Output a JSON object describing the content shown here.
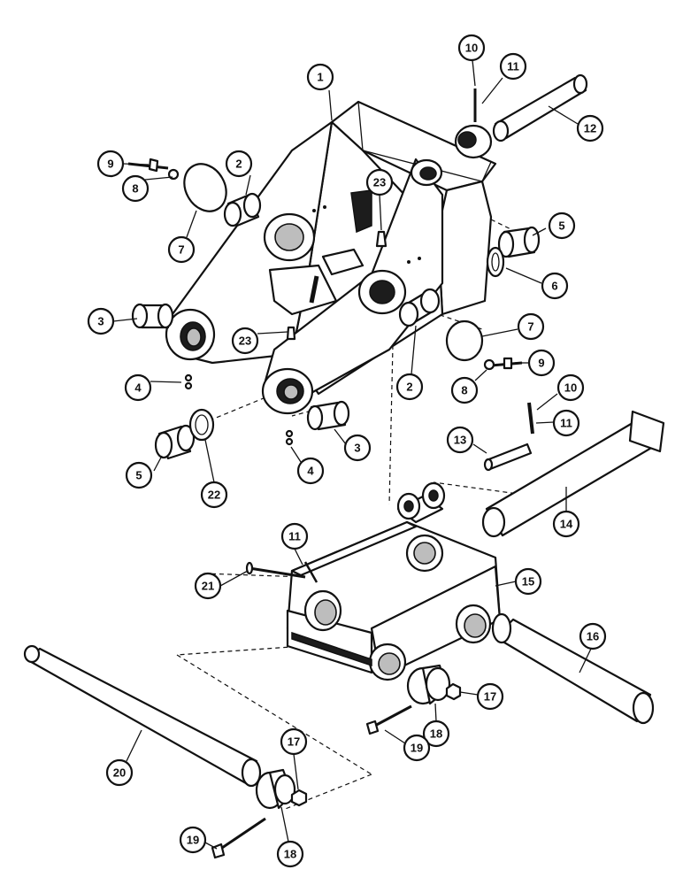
{
  "callouts": [
    {
      "id": "1",
      "label": "1"
    },
    {
      "id": "2a",
      "label": "2"
    },
    {
      "id": "2b",
      "label": "2"
    },
    {
      "id": "3a",
      "label": "3"
    },
    {
      "id": "3b",
      "label": "3"
    },
    {
      "id": "4a",
      "label": "4"
    },
    {
      "id": "4b",
      "label": "4"
    },
    {
      "id": "5a",
      "label": "5"
    },
    {
      "id": "5b",
      "label": "5"
    },
    {
      "id": "6",
      "label": "6"
    },
    {
      "id": "7a",
      "label": "7"
    },
    {
      "id": "7b",
      "label": "7"
    },
    {
      "id": "8a",
      "label": "8"
    },
    {
      "id": "8b",
      "label": "8"
    },
    {
      "id": "9a",
      "label": "9"
    },
    {
      "id": "9b",
      "label": "9"
    },
    {
      "id": "10a",
      "label": "10"
    },
    {
      "id": "10b",
      "label": "10"
    },
    {
      "id": "11a",
      "label": "11"
    },
    {
      "id": "11b",
      "label": "11"
    },
    {
      "id": "11c",
      "label": "11"
    },
    {
      "id": "12",
      "label": "12"
    },
    {
      "id": "13",
      "label": "13"
    },
    {
      "id": "14",
      "label": "14"
    },
    {
      "id": "15",
      "label": "15"
    },
    {
      "id": "16",
      "label": "16"
    },
    {
      "id": "17a",
      "label": "17"
    },
    {
      "id": "17b",
      "label": "17"
    },
    {
      "id": "18a",
      "label": "18"
    },
    {
      "id": "18b",
      "label": "18"
    },
    {
      "id": "19a",
      "label": "19"
    },
    {
      "id": "19b",
      "label": "19"
    },
    {
      "id": "20",
      "label": "20"
    },
    {
      "id": "21",
      "label": "21"
    },
    {
      "id": "22",
      "label": "22"
    },
    {
      "id": "23a",
      "label": "23"
    },
    {
      "id": "23b",
      "label": "23"
    }
  ]
}
